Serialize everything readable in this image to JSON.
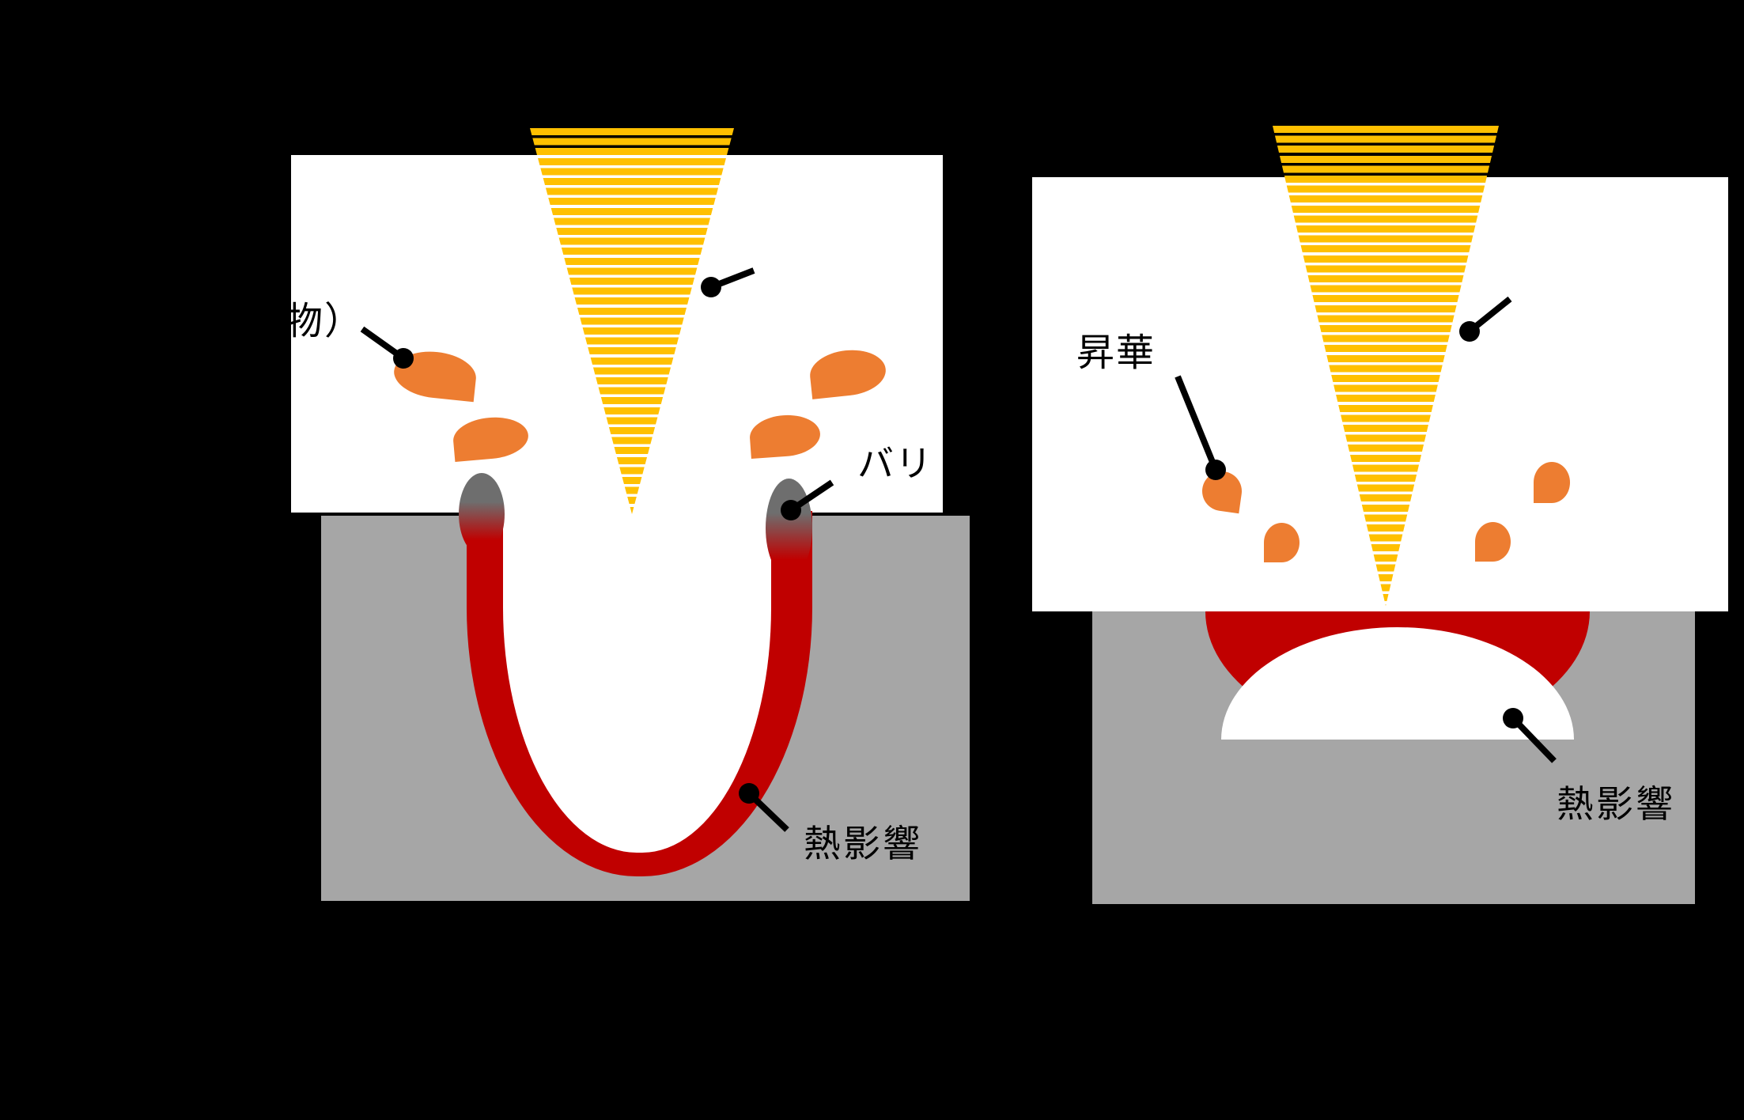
{
  "colors": {
    "background": "#000000",
    "panel_white": "#ffffff",
    "substrate_gray": "#a6a6a6",
    "laser_yellow": "#ffc000",
    "spatter_orange": "#ed7d31",
    "heat_red": "#c00000",
    "burr_gray": "#6e6e6e",
    "label_text": "#000000"
  },
  "left_diagram": {
    "labels": {
      "melt_partial": "物）",
      "burr": "バリ",
      "heat_affect": "熱影響"
    }
  },
  "right_diagram": {
    "labels": {
      "sublimation": "昇華",
      "heat_affect": "熱影響"
    }
  }
}
